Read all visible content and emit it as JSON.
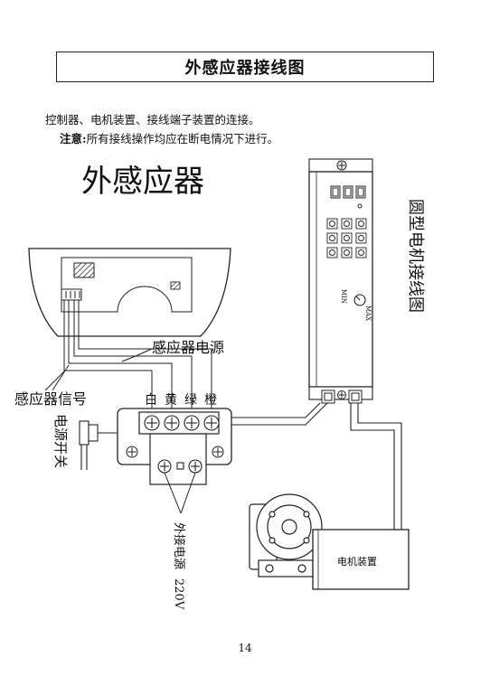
{
  "header": {
    "title": "外感应器接线图"
  },
  "intro": {
    "line1": "控制器、电机装置、接线端子装置的连接。",
    "note_label": "注意:",
    "note_text": "所有接线操作均应在断电情况下进行。"
  },
  "diagram": {
    "sensor_title": "外感应器",
    "sensor_power": "感应器电源",
    "sensor_signal": "感应器信号",
    "wire_white": "白",
    "wire_yellow": "黄",
    "wire_green": "绿",
    "wire_orange": "橙",
    "power_switch": "电源开关",
    "external_power": "外接电源",
    "voltage": "220V",
    "round_motor_wiring": "圆型电机接线图",
    "min_label": "MIN",
    "max_label": "MAX",
    "motor_device": "电机装置"
  },
  "footer": {
    "page": "14"
  }
}
